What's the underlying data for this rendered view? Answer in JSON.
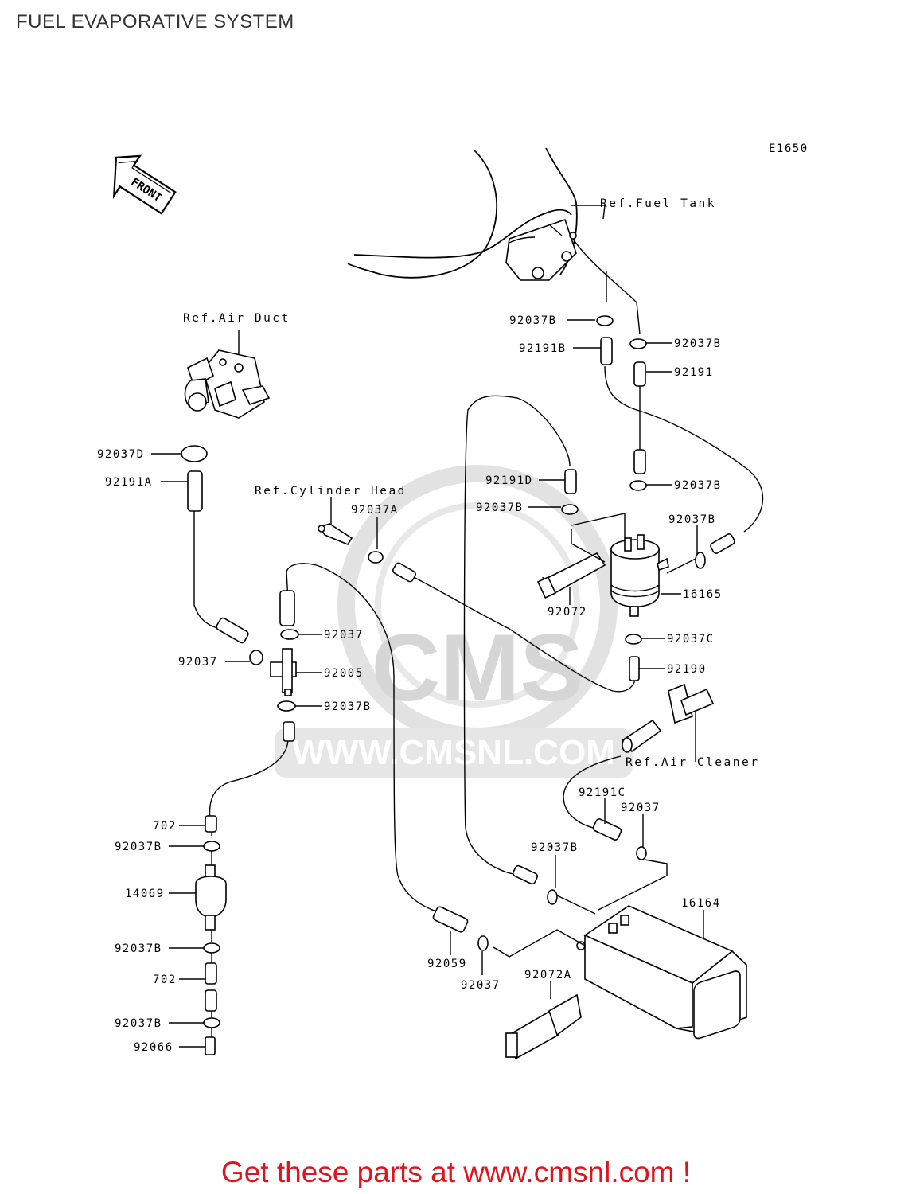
{
  "title": "FUEL EVAPORATIVE SYSTEM",
  "diagram_code": "E1650",
  "front_marker": "FRONT",
  "watermark": {
    "logo_text": "CMS",
    "url_text": "WWW.CMSNL.COM"
  },
  "references": {
    "fuel_tank": "Ref.Fuel Tank",
    "air_duct": "Ref.Air Duct",
    "cylinder_head": "Ref.Cylinder Head",
    "air_cleaner": "Ref.Air Cleaner"
  },
  "callouts": {
    "c1": "92037B",
    "c2": "92191B",
    "c3": "92037B",
    "c4": "92191",
    "c5": "92037D",
    "c6": "92191A",
    "c7": "92037A",
    "c8": "92191D",
    "c9": "92037B",
    "c10": "92037B",
    "c11": "92037B",
    "c12": "16165",
    "c13": "92072",
    "c14": "92037",
    "c15": "92037",
    "c16": "92005",
    "c17": "92037B",
    "c18": "92037C",
    "c19": "92190",
    "c20": "92191C",
    "c21": "92037",
    "c22": "702",
    "c23": "92037B",
    "c24": "14069",
    "c25": "92037B",
    "c26": "702",
    "c27": "92037B",
    "c28": "92066",
    "c29": "92037B",
    "c30": "16164",
    "c31": "92059",
    "c32": "92037",
    "c33": "92072A"
  },
  "cta_text": "Get these parts at www.cmsnl.com !"
}
